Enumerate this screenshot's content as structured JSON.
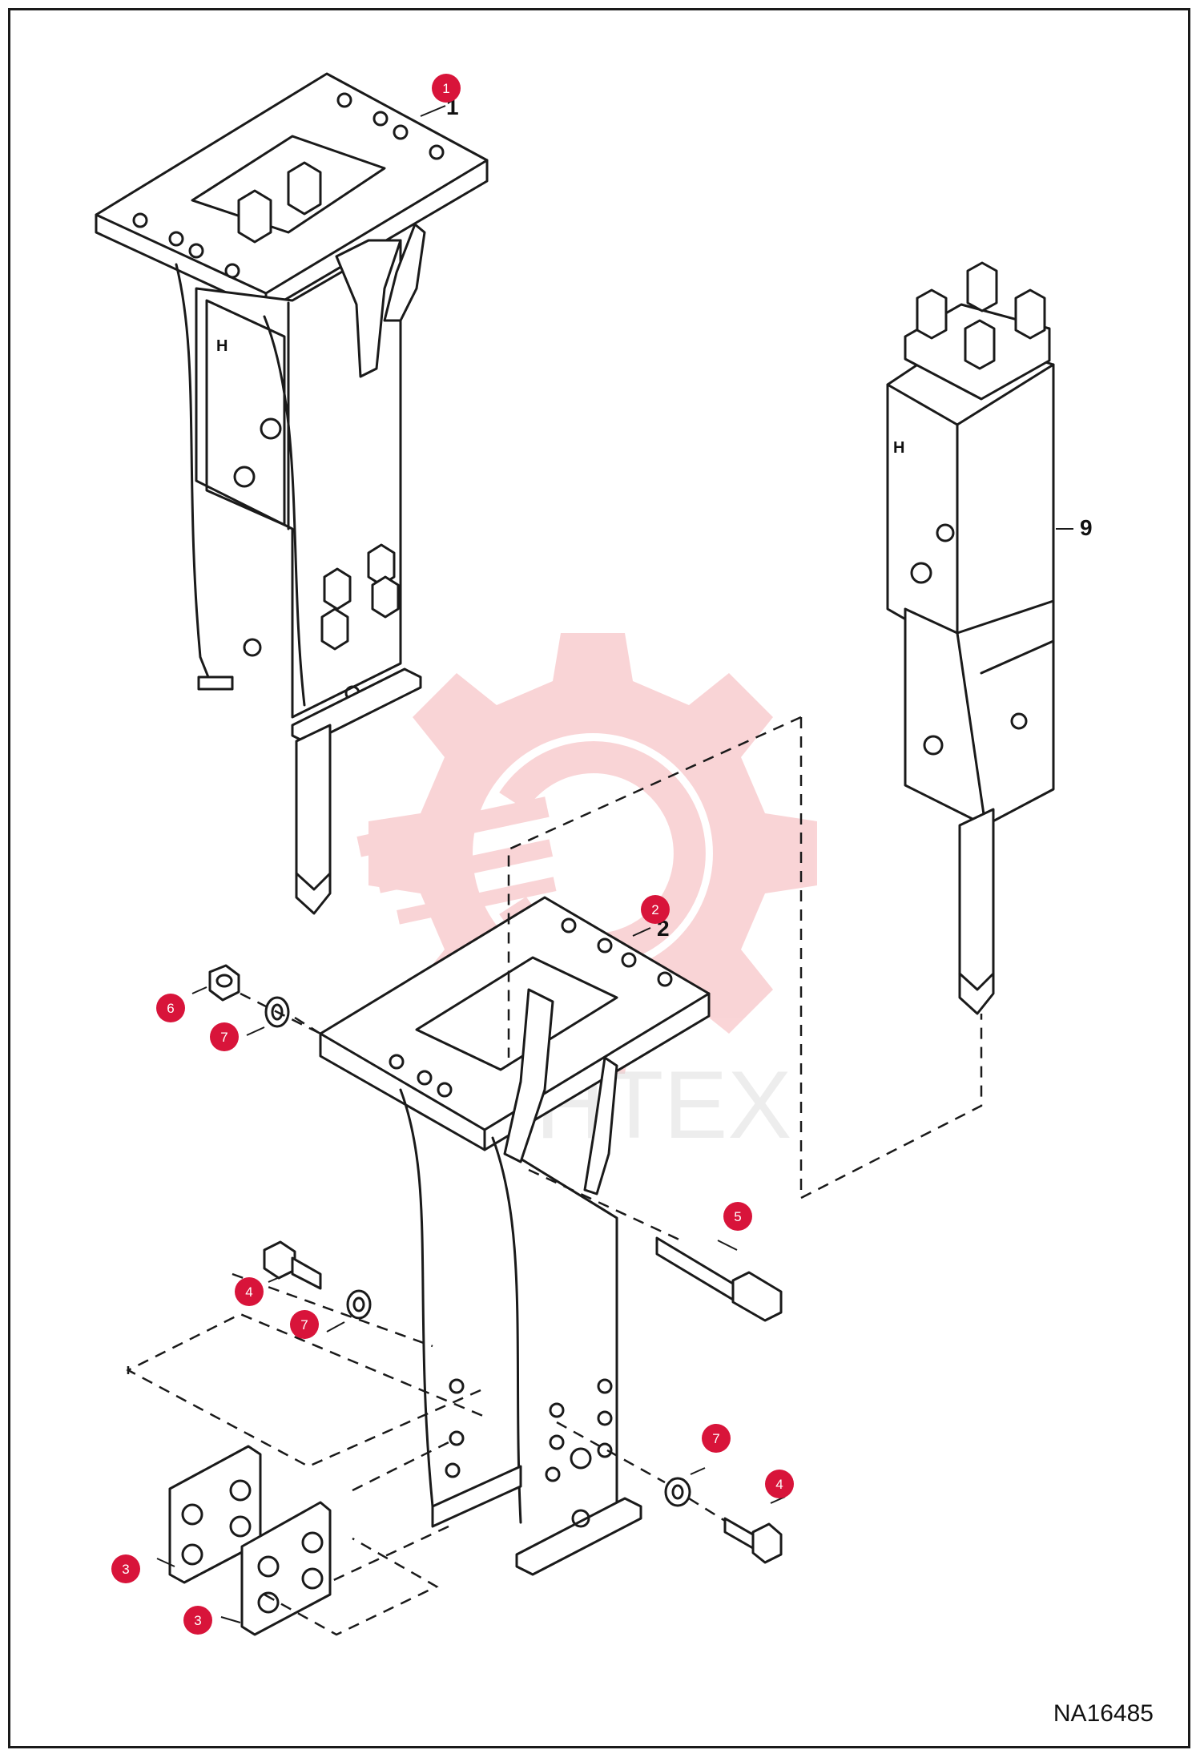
{
  "drawing_code": "NA16485",
  "watermark": {
    "text": "VIHTEX",
    "color": "#f4b3b8"
  },
  "callouts": [
    {
      "id": "c1",
      "label": "1"
    },
    {
      "id": "c2",
      "label": "2"
    },
    {
      "id": "c3a",
      "label": "3"
    },
    {
      "id": "c3b",
      "label": "3"
    },
    {
      "id": "c4a",
      "label": "4"
    },
    {
      "id": "c4b",
      "label": "4"
    },
    {
      "id": "c5",
      "label": "5"
    },
    {
      "id": "c6",
      "label": "6"
    },
    {
      "id": "c7a",
      "label": "7"
    },
    {
      "id": "c7b",
      "label": "7"
    },
    {
      "id": "c7c",
      "label": "7"
    }
  ],
  "part_number_label": "9",
  "colors": {
    "callout_red": "#d8143a",
    "line": "#1a1a1a",
    "border": "#1a1a1a"
  }
}
